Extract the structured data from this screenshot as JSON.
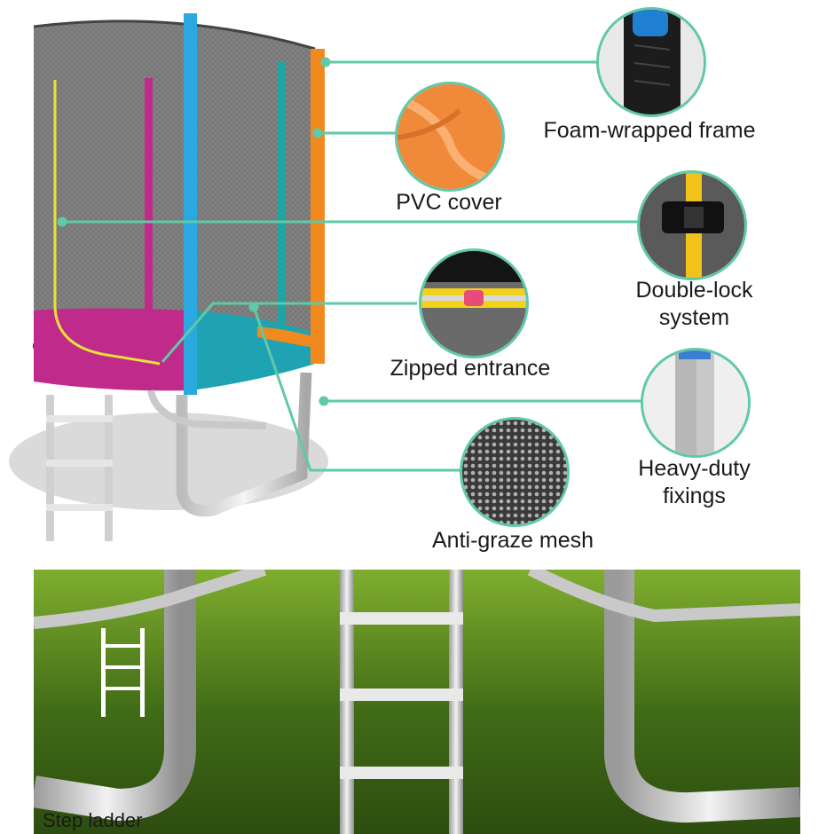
{
  "features": {
    "foam_wrapped_frame": "Foam-wrapped frame",
    "pvc_cover": "PVC cover",
    "double_lock_system_line1": "Double-lock",
    "double_lock_system_line2": "system",
    "zipped_entrance": "Zipped entrance",
    "heavy_duty_fixings_line1": "Heavy-duty",
    "heavy_duty_fixings_line2": "fixings",
    "anti_graze_mesh": "Anti-graze mesh"
  },
  "bottom": {
    "step_ladder": "Step ladder"
  },
  "colors": {
    "accent_line": "#5fc9a8",
    "pole_blue": "#2aa8e0",
    "pole_orange": "#f08a1e",
    "pole_teal": "#1fa3a3",
    "pole_magenta": "#c02a8a",
    "grass": "#4b7a1a"
  }
}
